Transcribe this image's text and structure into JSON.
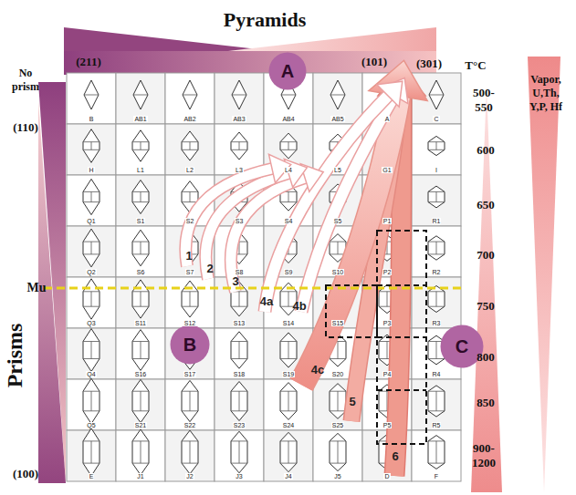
{
  "diagram": {
    "nodes": [
      {
        "text": [
          "A"
        ]
      },
      {
        "text": [
          "B"
        ]
      },
      {
        "text": [
          "C"
        ]
      }
    ],
    "labels": [
      "Pyramids",
      "(211)",
      "(101)",
      "(301)",
      "T°C",
      "500-550",
      "600",
      "650",
      "700",
      "750",
      "800",
      "850",
      "900-1200",
      "Vapor, U,Th, Y,P, Hf",
      "No prism",
      "(110)",
      "(100)",
      "Prisms",
      "Mu",
      "1",
      "2",
      "3",
      "4a",
      "4b",
      "4c",
      "5",
      "6",
      "B",
      "AB1",
      "AB2",
      "AB3",
      "AB4",
      "AB5",
      "A",
      "C",
      "H",
      "L1",
      "L2",
      "L3",
      "L4",
      "L5",
      "G1",
      "I",
      "Q1",
      "S1",
      "S2",
      "S3",
      "S4",
      "S5",
      "P1",
      "R1",
      "Q2",
      "S6",
      "S7",
      "S8",
      "S9",
      "S10",
      "P2",
      "R2",
      "Q3",
      "S11",
      "S12",
      "S13",
      "S14",
      "S15",
      "P3",
      "R3",
      "Q4",
      "S16",
      "S17",
      "S18",
      "S19",
      "S20",
      "P4",
      "R4",
      "Q5",
      "S21",
      "S22",
      "S23",
      "S24",
      "S25",
      "P5",
      "R5",
      "E",
      "J1",
      "J2",
      "J3",
      "J4",
      "J5",
      "D",
      "F"
    ]
  }
}
